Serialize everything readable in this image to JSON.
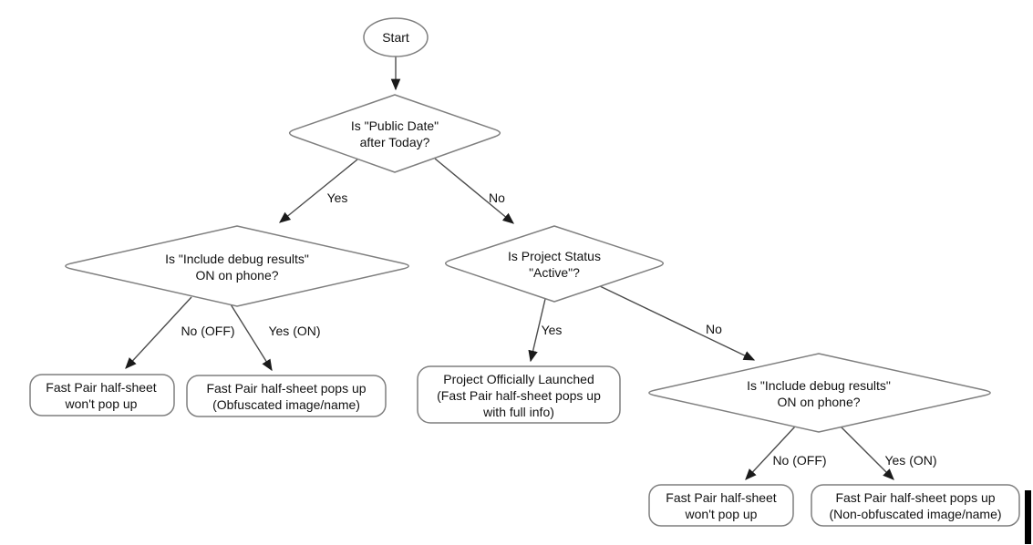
{
  "flowchart": {
    "start": {
      "label": "Start"
    },
    "decisions": {
      "public_date": {
        "lines": [
          "Is \"Public Date\"",
          "after Today?"
        ]
      },
      "debug_left": {
        "lines": [
          "Is \"Include debug results\"",
          "ON on phone?"
        ]
      },
      "project_status": {
        "lines": [
          "Is Project Status",
          "\"Active\"?"
        ]
      },
      "debug_right": {
        "lines": [
          "Is \"Include debug results\"",
          "ON on phone?"
        ]
      }
    },
    "results": {
      "no_popup_left": {
        "lines": [
          "Fast Pair half-sheet",
          "won't pop up"
        ]
      },
      "obfuscated": {
        "lines": [
          "Fast Pair half-sheet pops up",
          "(Obfuscated image/name)"
        ]
      },
      "launched": {
        "lines": [
          "Project Officially Launched",
          "(Fast Pair half-sheet pops up",
          "with full info)"
        ]
      },
      "no_popup_right": {
        "lines": [
          "Fast Pair half-sheet",
          "won't pop up"
        ]
      },
      "non_obfuscated": {
        "lines": [
          "Fast Pair half-sheet pops up",
          "(Non-obfuscated image/name)"
        ]
      }
    },
    "edge_labels": {
      "public_date_yes": "Yes",
      "public_date_no": "No",
      "debug_left_no": "No (OFF)",
      "debug_left_yes": "Yes (ON)",
      "project_status_yes": "Yes",
      "project_status_no": "No",
      "debug_right_no": "No (OFF)",
      "debug_right_yes": "Yes (ON)"
    },
    "colors": {
      "shape_stroke": "#7f7f7f",
      "arrow_stroke": "#4c4c4c",
      "arrowhead_fill": "#1a1a1a",
      "text": "#111111",
      "background": "#ffffff",
      "cursor_bar": "#000000"
    }
  }
}
